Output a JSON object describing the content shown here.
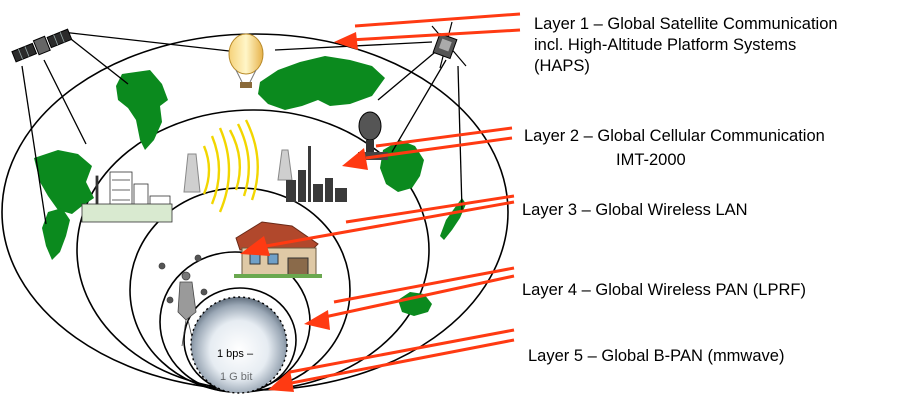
{
  "layers": [
    {
      "id": 1,
      "lines": [
        "Layer 1 – Global Satellite Communication",
        "incl. High-Altitude Platform Systems",
        "(HAPS)"
      ]
    },
    {
      "id": 2,
      "lines": [
        "Layer 2 – Global Cellular Communication",
        "IMT-2000"
      ]
    },
    {
      "id": 3,
      "lines": [
        "Layer 3 – Global Wireless LAN"
      ]
    },
    {
      "id": 4,
      "lines": [
        "Layer 4 – Global Wireless PAN (LPRF)"
      ]
    },
    {
      "id": 5,
      "lines": [
        "Layer 5 – Global B-PAN (mmwave)"
      ]
    }
  ],
  "center_bubble": {
    "line1": "1 bps –",
    "line2": "1 G bit"
  },
  "colors": {
    "arrow": "#ff3a12",
    "continent": "#0b8a1e",
    "ellipse_stroke": "#000000"
  },
  "icons": [
    "satellite-left-icon",
    "hot-air-balloon-icon",
    "satellite-right-icon",
    "radio-tower-icon",
    "skyline-icon",
    "cell-tower-icon",
    "city-icon",
    "house-icon",
    "people-icon",
    "center-bubble-icon"
  ]
}
